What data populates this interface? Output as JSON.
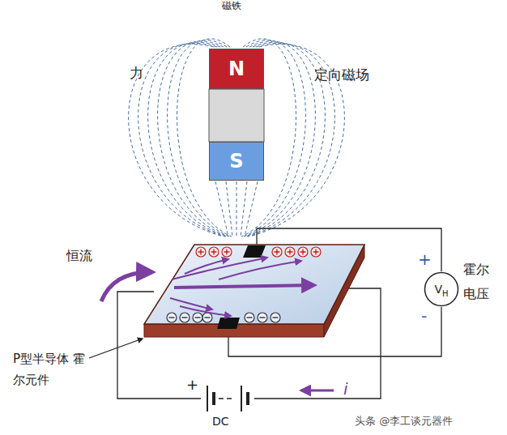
{
  "diagram": {
    "nodes": [
      {
        "text": [
          "N"
        ]
      },
      {
        "text": [
          "S"
        ]
      },
      {
        "text": [
          "V",
          "H"
        ]
      }
    ],
    "labels": [
      "磁铁",
      "力",
      "定向磁场",
      "恒流",
      "+",
      "-",
      "霍尔 电压",
      "P型半导体 霍尔元件",
      "+",
      "DC",
      "i",
      "头条 @李工谈元器件"
    ]
  }
}
